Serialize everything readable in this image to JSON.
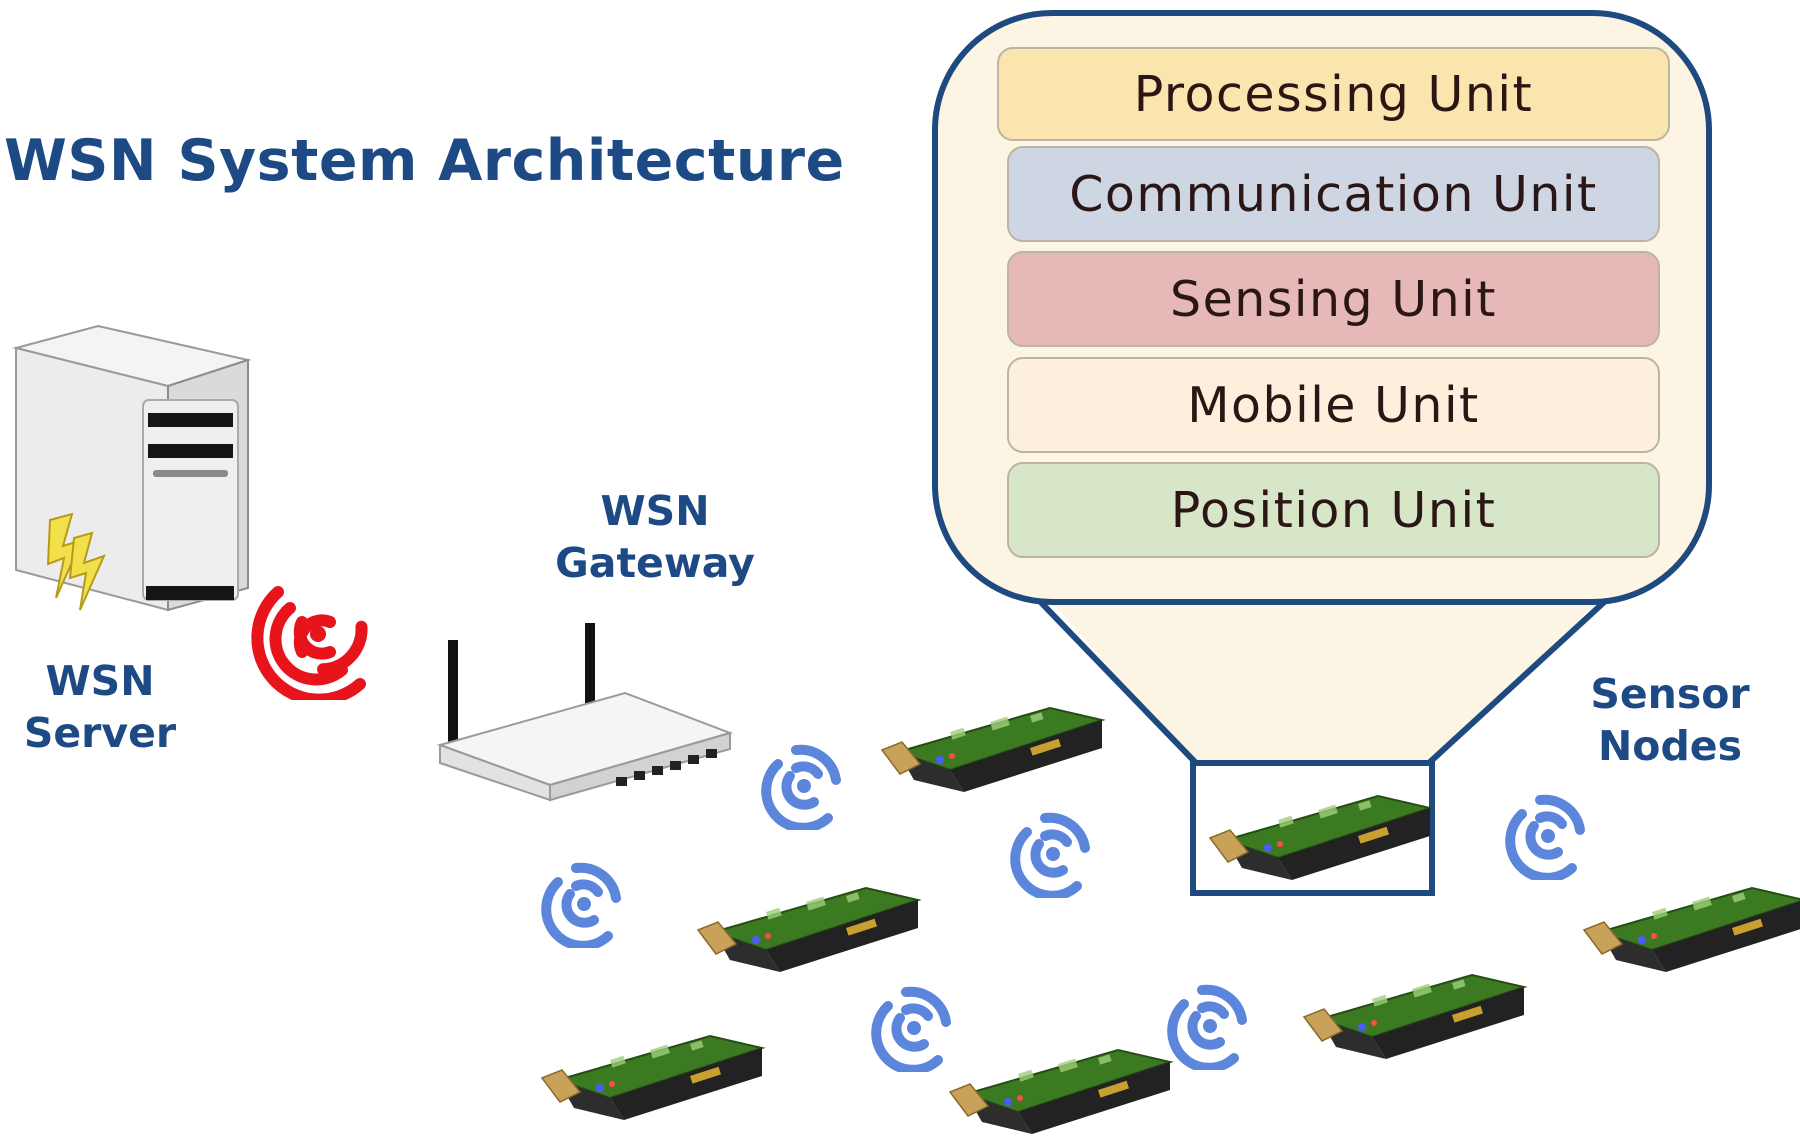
{
  "title": "WSN System Architecture",
  "labels": {
    "server": [
      "WSN",
      "Server"
    ],
    "gateway": [
      "WSN",
      "Gateway"
    ],
    "sensor_nodes": [
      "Sensor",
      "Nodes"
    ]
  },
  "units": {
    "processing": "Processing Unit",
    "communication": "Communication Unit",
    "sensing": "Sensing Unit",
    "mobile": "Mobile Unit",
    "position": "Position Unit"
  },
  "colors": {
    "heading": "#1d4a84",
    "callout_border": "#1f4a80",
    "callout_fill": "#fcf5e3",
    "processing": "#fbe5ae",
    "communication": "#cfd6e3",
    "sensing": "#e6b8b8",
    "mobile": "#fcf0dc",
    "position": "#d6e6c6",
    "server_signal": "#e8141b",
    "node_signal": "#5b86dc",
    "lightning": "#f1e04c"
  },
  "icons": [
    "server-icon",
    "lightning-icon",
    "router-icon",
    "wireless-signal-icon",
    "sensor-node-icon"
  ]
}
